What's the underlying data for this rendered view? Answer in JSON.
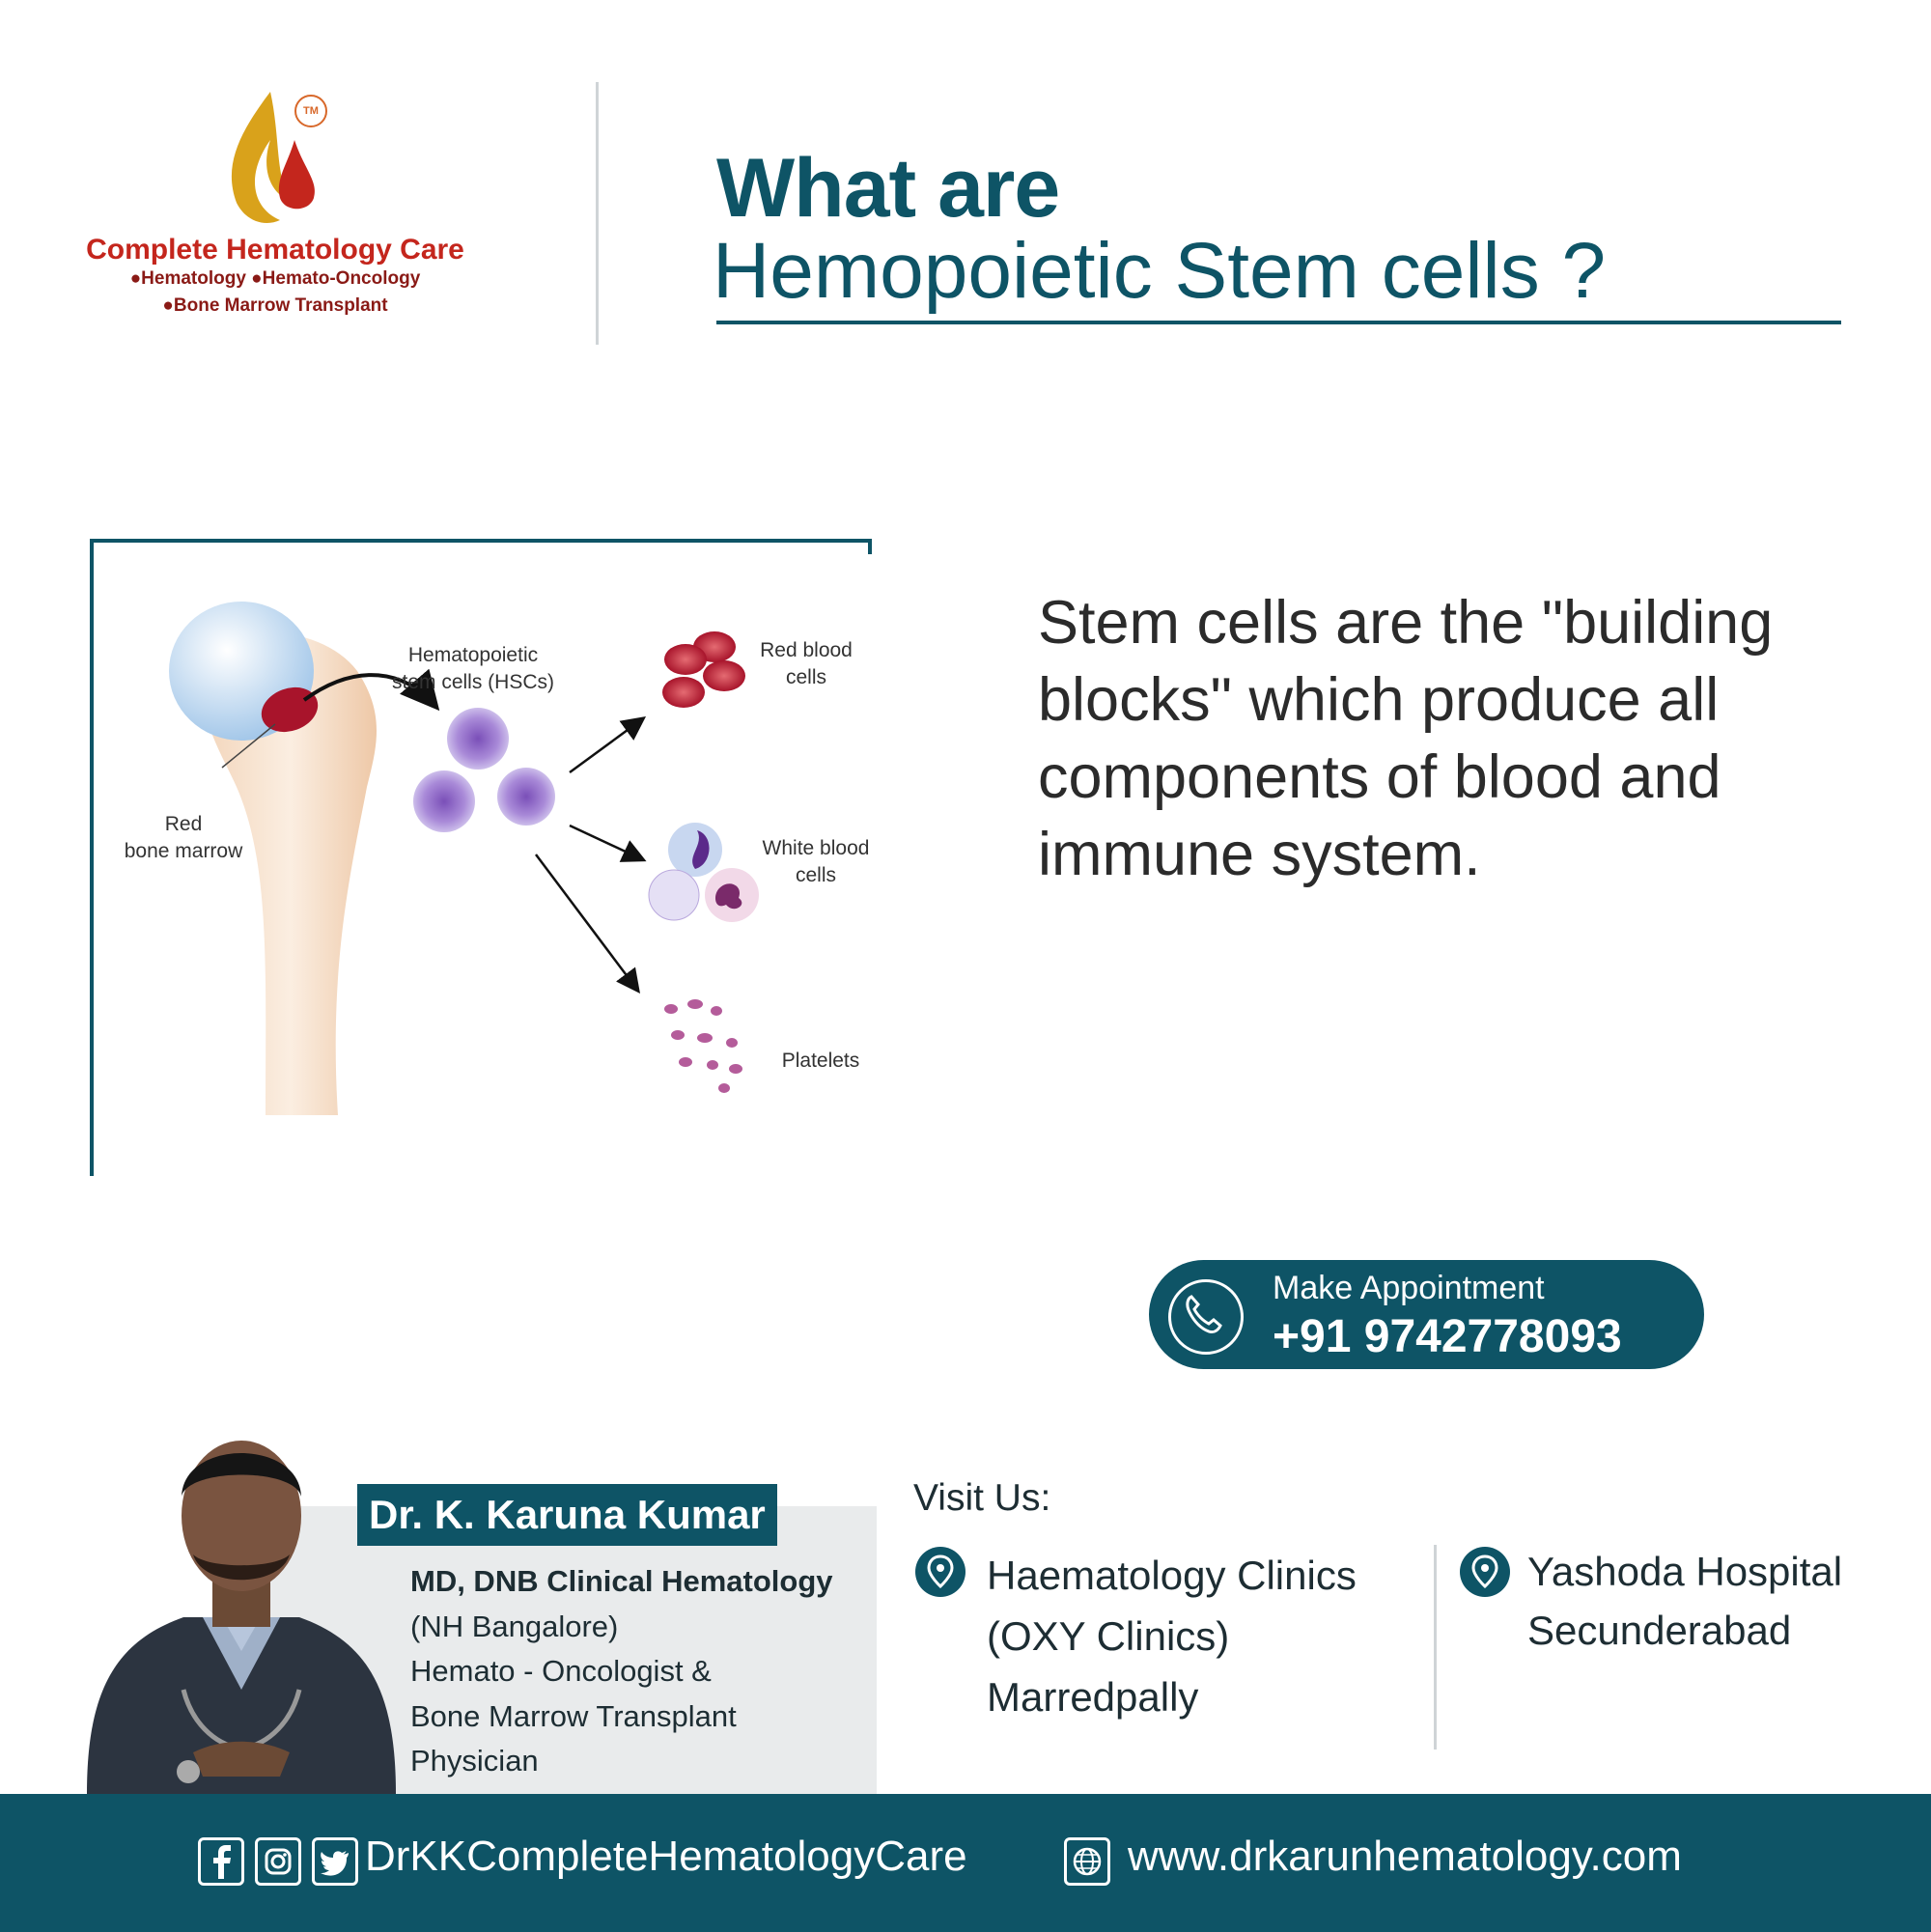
{
  "logo": {
    "name": "Complete Hematology Care",
    "line1": "●Hematology ●Hemato-Oncology",
    "line2": "●Bone Marrow Transplant",
    "tm": "TM"
  },
  "title": {
    "line1": "What are",
    "line2": "Hemopoietic Stem cells ?"
  },
  "diagram": {
    "hsc_label_1": "Hematopoietic",
    "hsc_label_2": "stem cells (HSCs)",
    "marrow_label_1": "Red",
    "marrow_label_2": "bone marrow",
    "rbc_label_1": "Red blood",
    "rbc_label_2": "cells",
    "wbc_label_1": "White blood",
    "wbc_label_2": "cells",
    "platelets_label": "Platelets"
  },
  "description": "Stem cells are the \"building blocks\" which produce all components of blood and immune system.",
  "appointment": {
    "label": "Make Appointment",
    "phone": "+91 9742778093"
  },
  "doctor": {
    "name": "Dr. K. Karuna Kumar",
    "degree": "MD, DNB Clinical Hematology",
    "institute": "(NH Bangalore)",
    "role_1": "Hemato - Oncologist &",
    "role_2": "Bone Marrow Transplant",
    "role_3": "Physician"
  },
  "visit": {
    "title": "Visit Us:",
    "location1": [
      "Haematology Clinics",
      "(OXY Clinics)",
      "Marredpally"
    ],
    "location2": [
      "Yashoda Hospital",
      "Secunderabad"
    ]
  },
  "footer": {
    "social_handle": "DrKKCompleteHematologyCare",
    "website": "www.drkarunhematology.com"
  },
  "colors": {
    "brand": "#0e5466",
    "logo_red": "#c4261d",
    "logo_gold": "#d9a21b"
  },
  "icons": [
    "facebook-icon",
    "instagram-icon",
    "twitter-icon",
    "globe-icon",
    "phone-icon",
    "location-pin-icon"
  ]
}
